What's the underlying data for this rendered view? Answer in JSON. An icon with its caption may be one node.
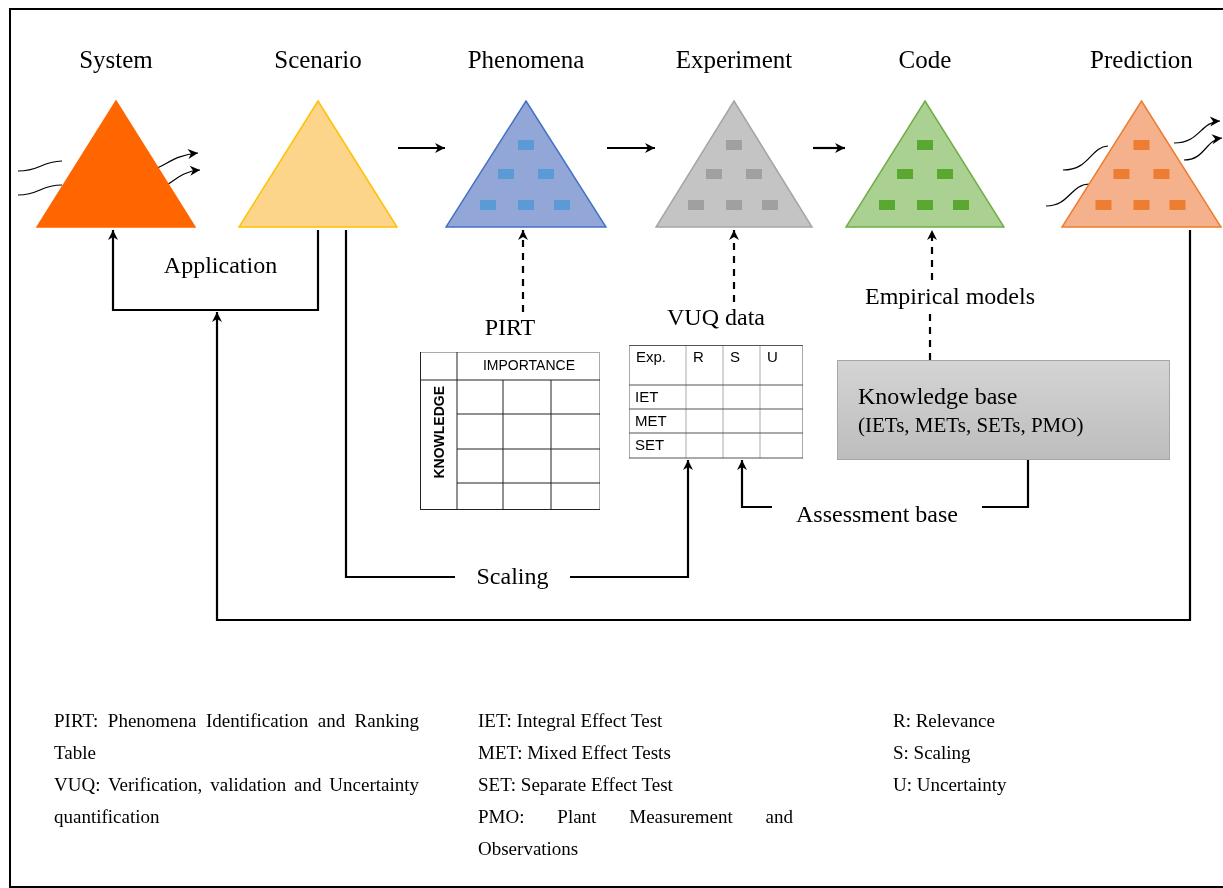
{
  "diagram": {
    "nodes": [
      {
        "text": [
          "System"
        ]
      },
      {
        "text": [
          "Scenario"
        ]
      },
      {
        "text": [
          "Phenomena"
        ]
      },
      {
        "text": [
          "Experiment"
        ]
      },
      {
        "text": [
          "Code"
        ]
      },
      {
        "text": [
          "Prediction"
        ]
      },
      {
        "text": [
          "PIRT",
          "IMPORTANCE",
          "KNOWLEDGE"
        ]
      },
      {
        "text": [
          "VUQ data",
          "Exp.",
          "R",
          "S",
          "U",
          "IET",
          "MET",
          "SET"
        ]
      },
      {
        "text": [
          "Empirical models"
        ]
      },
      {
        "text": [
          "Knowledge base",
          "(IETs, METs, SETs, PMO)"
        ]
      }
    ],
    "edges": [
      {
        "from": 1,
        "to": 2,
        "arrow": "to"
      },
      {
        "from": 2,
        "to": 3,
        "arrow": "to"
      },
      {
        "from": 3,
        "to": 4,
        "arrow": "to"
      },
      {
        "from": 6,
        "to": 2,
        "arrow": "to",
        "style": "dashed"
      },
      {
        "from": 7,
        "to": 3,
        "arrow": "to",
        "style": "dashed"
      },
      {
        "from": 8,
        "to": 4,
        "arrow": "to",
        "style": "dashed"
      },
      {
        "from": 9,
        "to": 8,
        "arrow": "none",
        "style": "dashed"
      },
      {
        "from": 1,
        "to": 0,
        "arrow": "to",
        "label": "Application"
      },
      {
        "from": 5,
        "to": null,
        "arrow": "to"
      },
      {
        "from": 1,
        "to": 7,
        "arrow": "to",
        "label": "Scaling"
      },
      {
        "from": 9,
        "to": 7,
        "arrow": "to",
        "label": "Assessment base"
      }
    ],
    "labels": [
      "PIRT: Phenomena Identification and Ranking Table",
      "VUQ: Verification, validation and Uncertainty quantification",
      "IET: Integral Effect Test",
      "MET: Mixed Effect Tests",
      "SET: Separate Effect Test",
      "PMO: Plant Measurement and Observations",
      "R: Relevance",
      "S: Scaling",
      "U: Uncertainty"
    ]
  }
}
